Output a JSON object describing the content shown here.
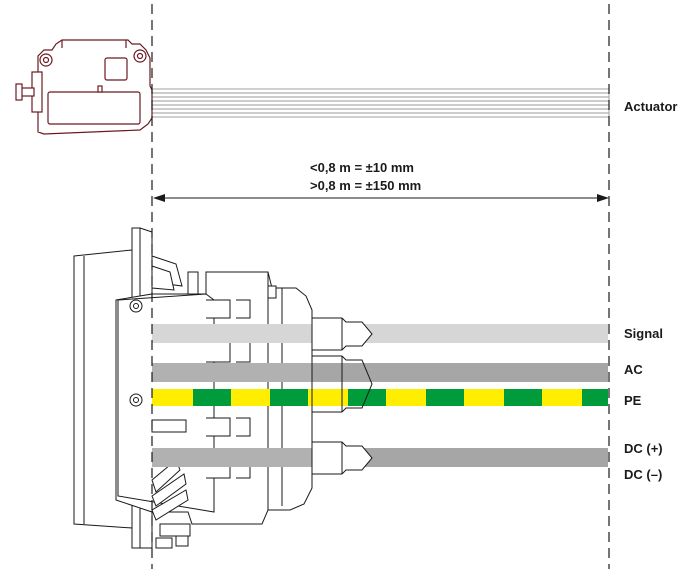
{
  "dimension": {
    "line1": "<0,8 m = ±10 mm",
    "line2": ">0,8 m = ±150 mm"
  },
  "labels": {
    "actuator": "Actuator",
    "signal": "Signal",
    "ac": "AC",
    "pe": "PE",
    "dc_plus": "DC (+)",
    "dc_minus": "DC (–)"
  },
  "colors": {
    "outline": "#1a1a1a",
    "actuator_body": "#6b1a22",
    "cable_light": "#d6d6d6",
    "cable_dark": "#a6a6a6",
    "pe_yellow": "#ffee00",
    "pe_green": "#009b3a"
  }
}
